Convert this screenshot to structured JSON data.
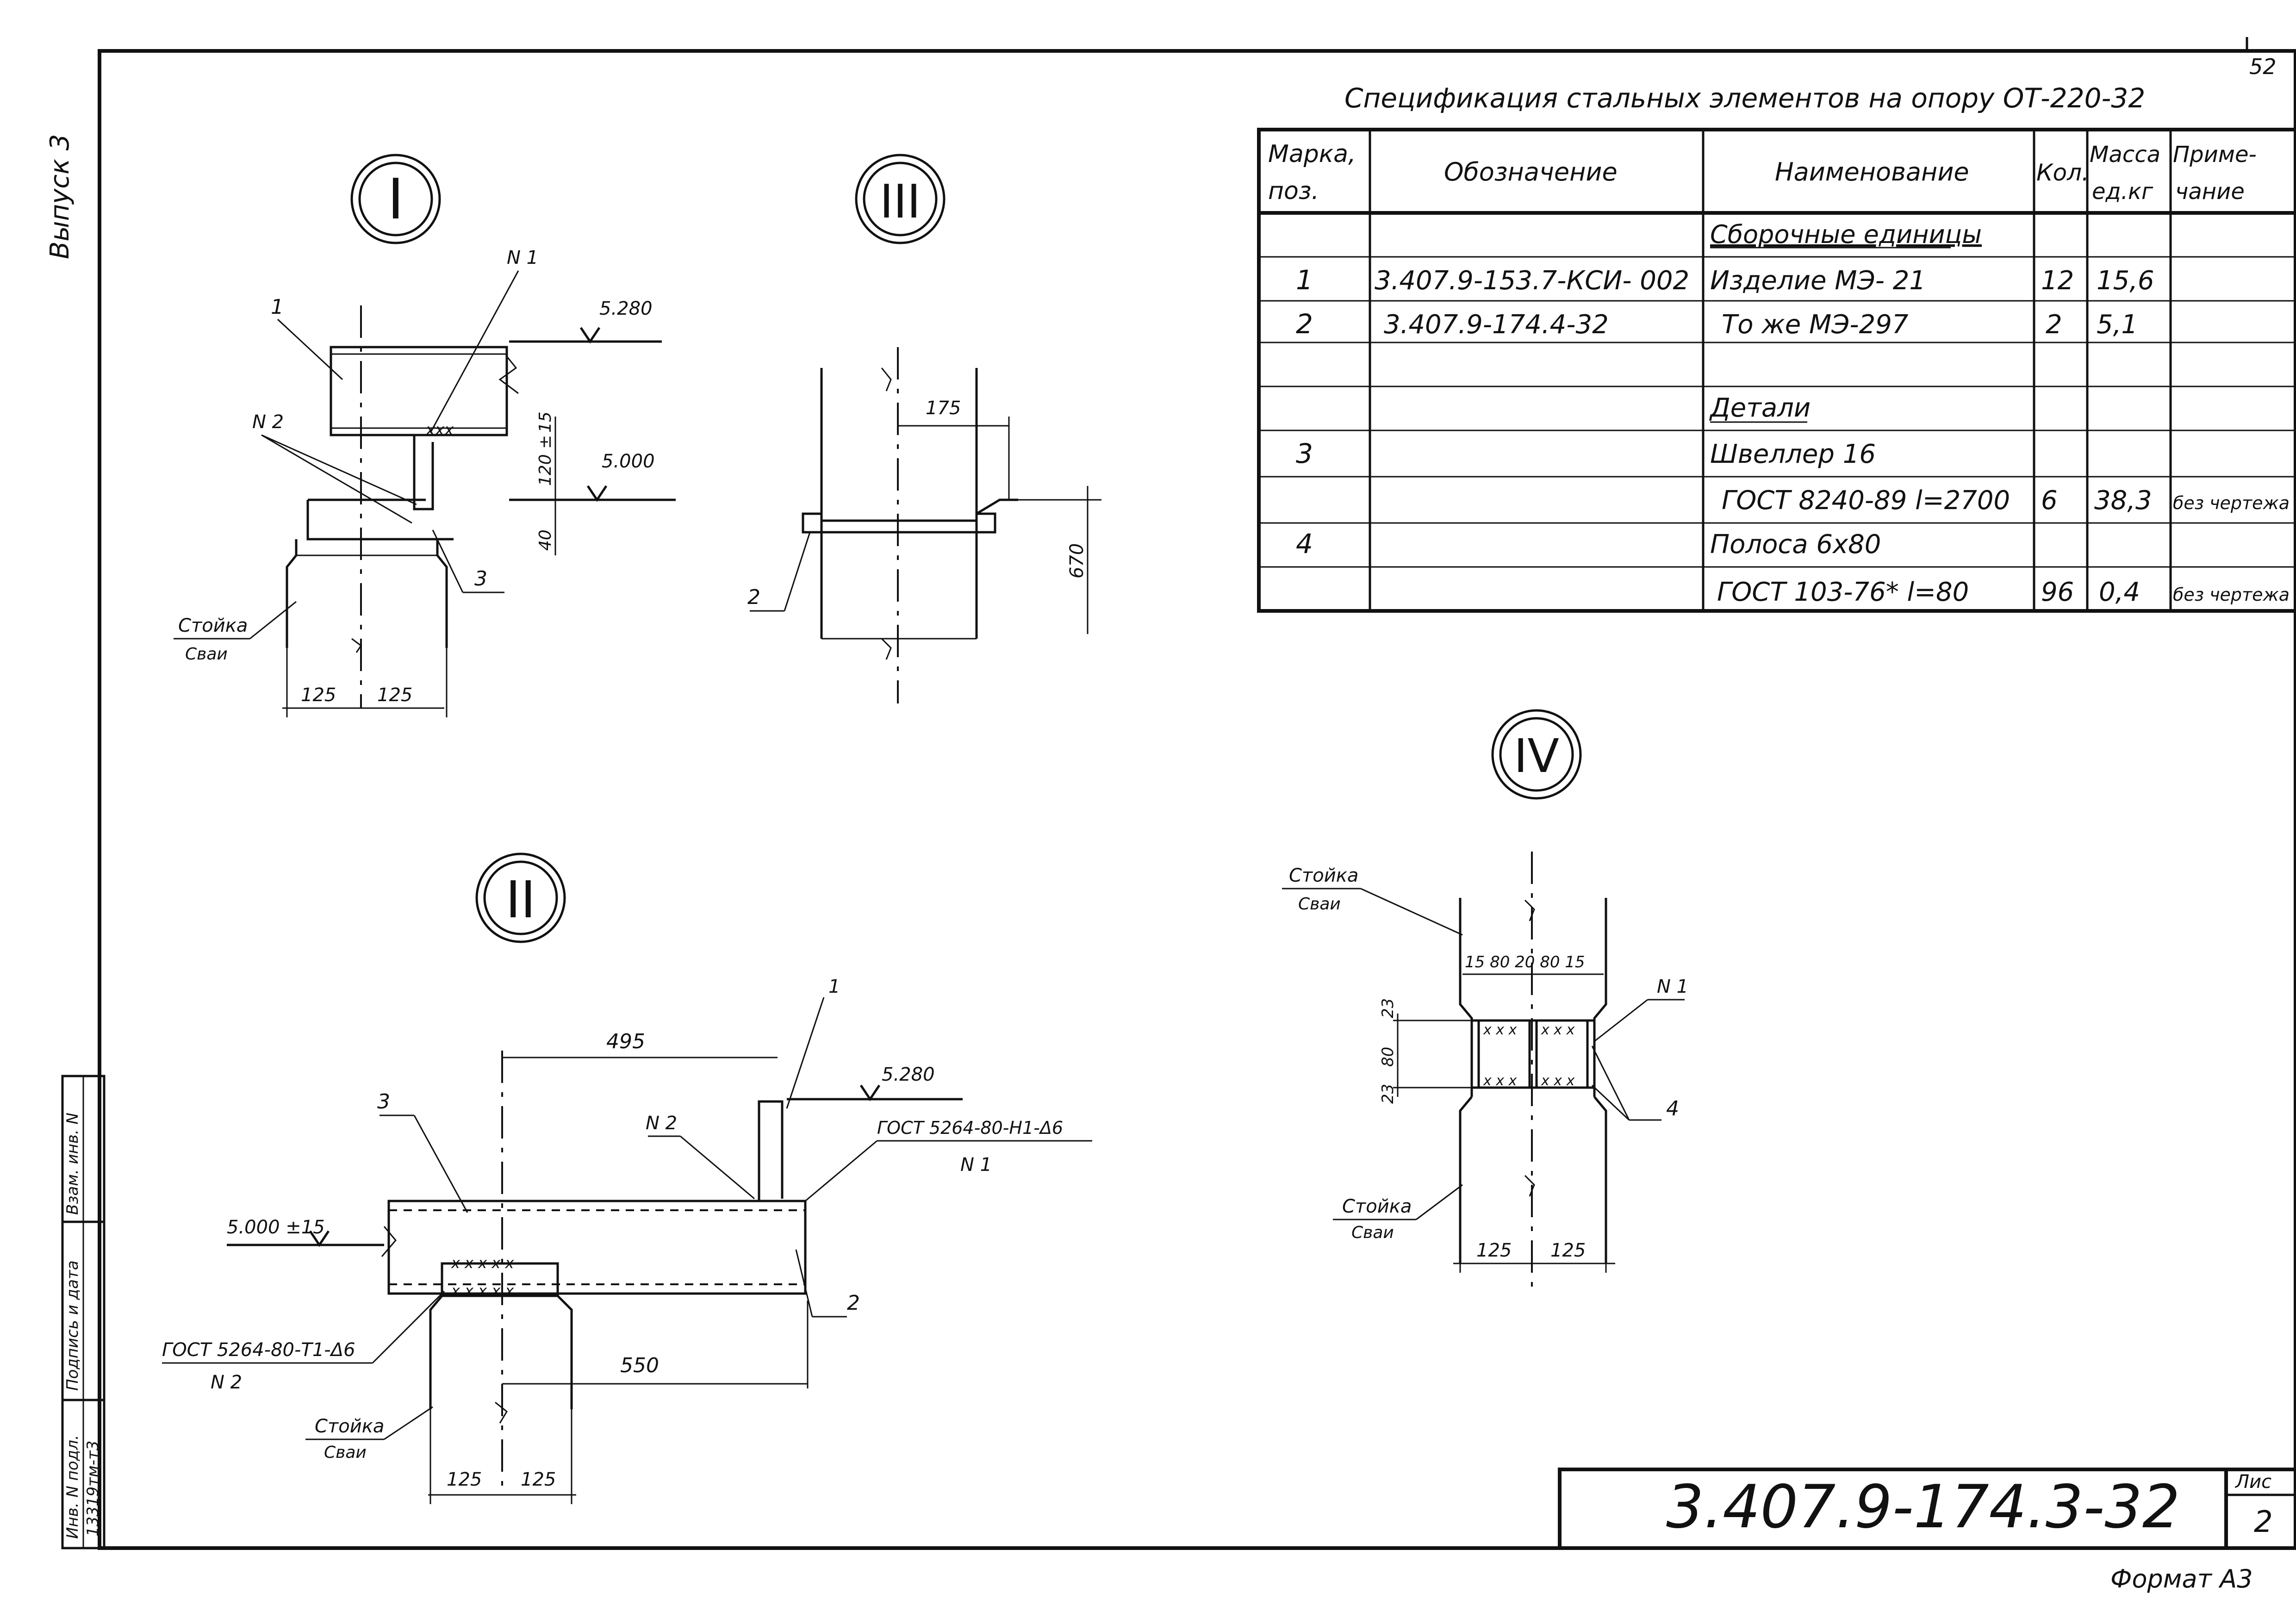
{
  "margin": {
    "issue": "Выпуск 3",
    "stamp_labels": [
      "Взам. инв. N",
      "Подпись и дата",
      "Инв. N подл."
    ],
    "stamp_value": "13319тм-т3"
  },
  "page_number": "52",
  "format": "Формат А3",
  "title_block": {
    "designation": "3.407.9-174.3-32",
    "sheet_label": "Лис",
    "sheet_number": "2"
  },
  "spec": {
    "title": "Спецификация стальных элементов на опору  ОТ-220-32",
    "headers": {
      "mark_1": "Марка,",
      "mark_2": "поз.",
      "designation": "Обозначение",
      "name": "Наименование",
      "qty": "Кол.",
      "mass_1": "Масса",
      "mass_2": "ед.кг",
      "note_1": "Приме-",
      "note_2": "чание"
    },
    "rows": [
      {
        "mark": "",
        "designation": "",
        "name": "Сборочные единицы",
        "qty": "",
        "mass": "",
        "note": ""
      },
      {
        "mark": "1",
        "designation": "3.407.9-153.7-КСИ- 002",
        "name": "Изделие МЭ- 21",
        "qty": "12",
        "mass": "15,6",
        "note": ""
      },
      {
        "mark": "2",
        "designation": "3.407.9-174.4-32",
        "name": "То же  МЭ-297",
        "qty": "2",
        "mass": "5,1",
        "note": ""
      },
      {
        "mark": "",
        "designation": "",
        "name": "",
        "qty": "",
        "mass": "",
        "note": ""
      },
      {
        "mark": "",
        "designation": "",
        "name": "Детали",
        "qty": "",
        "mass": "",
        "note": ""
      },
      {
        "mark": "3",
        "designation": "",
        "name": "Швеллер 16",
        "qty": "",
        "mass": "",
        "note": ""
      },
      {
        "mark": "",
        "designation": "",
        "name": "ГОСТ 8240-89  l=2700",
        "qty": "6",
        "mass": "38,3",
        "note": "без чертежа"
      },
      {
        "mark": "4",
        "designation": "",
        "name": "Полоса 6х80",
        "qty": "",
        "mass": "",
        "note": ""
      },
      {
        "mark": "",
        "designation": "",
        "name": "ГОСТ 103-76*   l=80",
        "qty": "96",
        "mass": "0,4",
        "note": "без чертежа"
      }
    ]
  },
  "views": {
    "v1": {
      "roman": "I",
      "labels": {
        "pos1": "1",
        "n1": "N 1",
        "elev_top": "5.280",
        "dim_15": "15",
        "n2": "N 2",
        "dim_120": "120 ±",
        "elev_mid": "5.000",
        "dim_40": "40",
        "pos3": "3",
        "stoyka": "Стойка",
        "svaya": "Сваи",
        "dim_125a": "125",
        "dim_125b": "125"
      }
    },
    "v3": {
      "roman": "III",
      "labels": {
        "dim_175": "175",
        "dim_670": "670",
        "pos2": "2"
      }
    },
    "v2": {
      "roman": "II",
      "labels": {
        "dim_495": "495",
        "pos1": "1",
        "elev_top": "5.280",
        "pos3": "3",
        "n2": "N 2",
        "gost_n1": "ГОСТ 5264-80-Н1-Δ6",
        "n1": "N 1",
        "elev_mid": "5.000 ±15",
        "pos2": "2",
        "gost_t1": "ГОСТ 5264-80-Т1-Δ6",
        "n2b": "N 2",
        "dim_550": "550",
        "stoyka": "Стойка",
        "svaya": "Сваи",
        "dim_125a": "125",
        "dim_125b": "125"
      }
    },
    "v4": {
      "roman": "IV",
      "labels": {
        "stoyka_top": "Стойка",
        "svaya_top": "Сваи",
        "dims_top": "15  80  20  80  15",
        "n1": "N 1",
        "dim_23a": "23",
        "dim_80": "80",
        "dim_23b": "23",
        "pos4": "4",
        "stoyka_bot": "Стойка",
        "svaya_bot": "Сваи",
        "dim_125a": "125",
        "dim_125b": "125"
      }
    }
  }
}
